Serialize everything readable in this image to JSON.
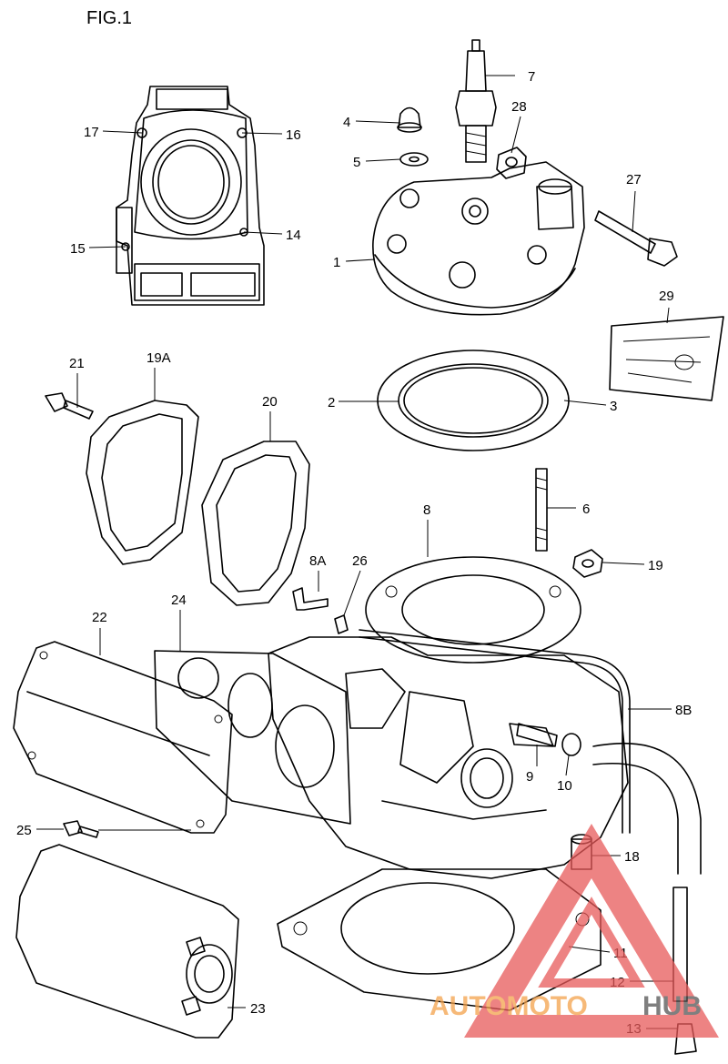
{
  "figure": {
    "title": "FIG.1"
  },
  "callouts": [
    {
      "id": "1",
      "text": "1"
    },
    {
      "id": "2",
      "text": "2"
    },
    {
      "id": "3",
      "text": "3"
    },
    {
      "id": "4",
      "text": "4"
    },
    {
      "id": "5",
      "text": "5"
    },
    {
      "id": "6",
      "text": "6"
    },
    {
      "id": "7",
      "text": "7"
    },
    {
      "id": "8",
      "text": "8"
    },
    {
      "id": "8A",
      "text": "8A"
    },
    {
      "id": "8B",
      "text": "8B"
    },
    {
      "id": "9",
      "text": "9"
    },
    {
      "id": "10",
      "text": "10"
    },
    {
      "id": "11",
      "text": "11"
    },
    {
      "id": "12",
      "text": "12"
    },
    {
      "id": "13",
      "text": "13"
    },
    {
      "id": "14",
      "text": "14"
    },
    {
      "id": "15",
      "text": "15"
    },
    {
      "id": "16",
      "text": "16"
    },
    {
      "id": "17",
      "text": "17"
    },
    {
      "id": "18",
      "text": "18"
    },
    {
      "id": "19",
      "text": "19"
    },
    {
      "id": "19A",
      "text": "19A"
    },
    {
      "id": "20",
      "text": "20"
    },
    {
      "id": "21",
      "text": "21"
    },
    {
      "id": "22",
      "text": "22"
    },
    {
      "id": "23",
      "text": "23"
    },
    {
      "id": "24",
      "text": "24"
    },
    {
      "id": "25",
      "text": "25"
    },
    {
      "id": "26",
      "text": "26"
    },
    {
      "id": "27",
      "text": "27"
    },
    {
      "id": "28",
      "text": "28"
    },
    {
      "id": "29",
      "text": "29"
    }
  ],
  "watermark": {
    "part1": "AUTOMOTO",
    "part2": "HUB",
    "color_primary": "#f4a24c",
    "color_secondary": "#555555",
    "triangle_color": "#e85a5a"
  }
}
